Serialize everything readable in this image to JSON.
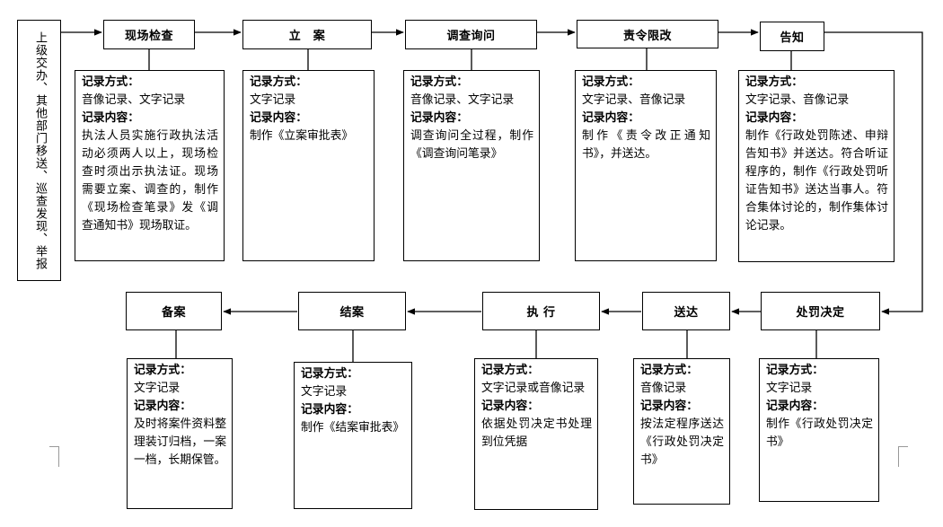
{
  "labels": {
    "record_method": "记录方式：",
    "record_content": "记录内容："
  },
  "source": "上级交办、其他部门移送、巡查发现、举报",
  "steps": [
    {
      "id": "s1",
      "name": "现场检查",
      "method": "音像记录、文字记录",
      "content": "执法人员实施行政执法活动必须两人以上，现场检查时须出示执法证。现场需要立案、调查的，制作《现场检查笔录》发《调查通知书》现场取证。"
    },
    {
      "id": "s2",
      "name": "立　案",
      "method": "文字记录",
      "content": "制作《立案审批表》"
    },
    {
      "id": "s3",
      "name": "调查询问",
      "method": "音像记录、文字记录",
      "content": "调查询问全过程，制作《调查询问笔录》"
    },
    {
      "id": "s4",
      "name": "责令限改",
      "method": "文字记录、音像记录",
      "content": "制作《责令改正通知书》，并送达。"
    },
    {
      "id": "s5",
      "name": "告知",
      "method": "文字记录、音像记录",
      "content": "制作《行政处罚陈述、申辩告知书》并送达。符合听证程序的，制作《行政处罚听证告知书》送达当事人。符合集体讨论的，制作集体讨论记录。"
    },
    {
      "id": "s6",
      "name": "处罚决定",
      "method": "文字记录",
      "content": "制作《行政处罚决定书》"
    },
    {
      "id": "s7",
      "name": "送达",
      "method": "音像记录",
      "content": "按法定程序送达《行政处罚决定书》"
    },
    {
      "id": "s8",
      "name": "执  行",
      "method": "文字记录或音像记录",
      "content": "依据处罚决定书处理到位凭据"
    },
    {
      "id": "s9",
      "name": "结案",
      "method": "文字记录",
      "content": "制作《结案审批表》"
    },
    {
      "id": "s10",
      "name": "备案",
      "method": "文字记录",
      "content": "及时将案件资料整理装订归档，一案一档，长期保管。"
    }
  ]
}
